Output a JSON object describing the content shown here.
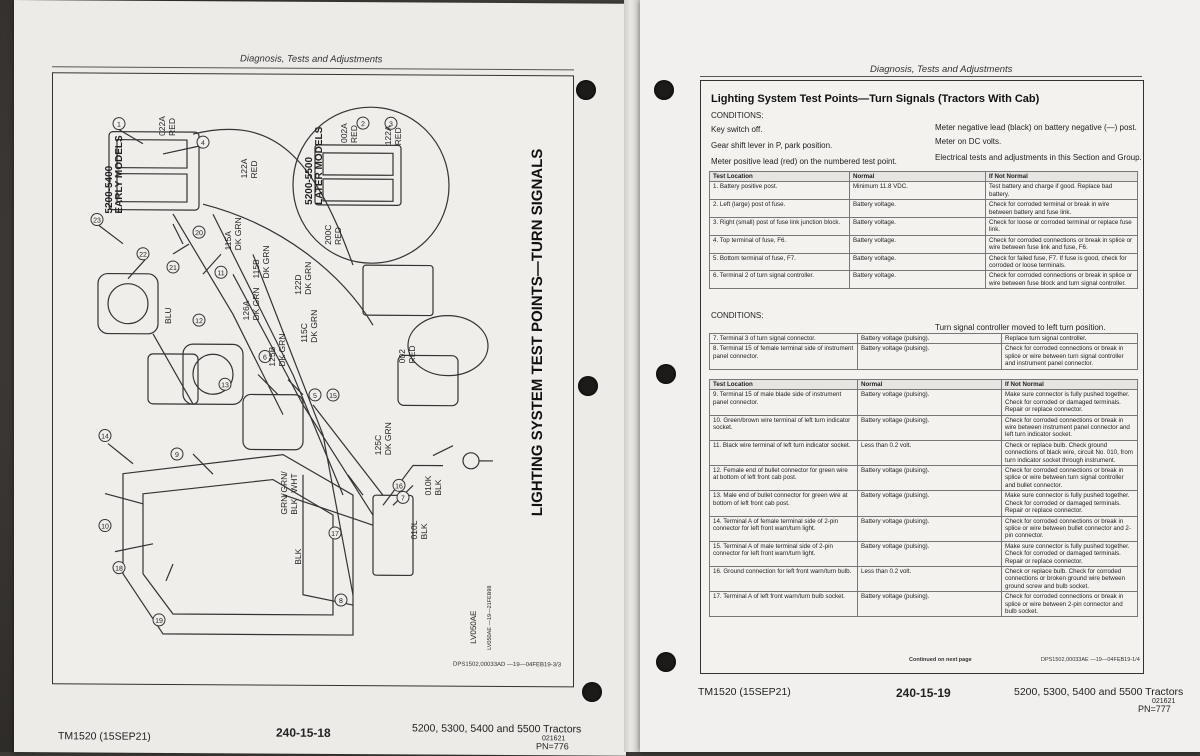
{
  "left_page": {
    "header": "Diagnosis, Tests and Adjustments",
    "side_title": "LIGHTING SYSTEM TEST POINTS—TURN SIGNALS",
    "early_models_label": "5200-5400\nEARLY MODELS",
    "later_models_label": "5200-5500\nLATER MODELS",
    "wire_labels": {
      "w022a": "022A\nRED",
      "w002a": "002A\nRED",
      "w122a_top": "122A\nRED",
      "w122a": "122A\nRED",
      "w200c": "200C\nRED",
      "w002": "002\nRED",
      "w115a": "115A\nDK GRN",
      "w115b": "115B\nDK GRN",
      "w126a": "126A\nDK GRN",
      "w122d": "122D\nDK GRN",
      "w125b": "125B\nDK GRN",
      "w115c": "115C\nDK GRN",
      "w125c": "125C\nDK GRN",
      "grn_blk": "GRN/\nBLK",
      "grn_wht": "GRN/\nWHT",
      "blk": "BLK",
      "blu": "BLU",
      "w010l": "010L\nBLK",
      "w010k": "010K\nBLK"
    },
    "callouts": [
      "1",
      "2",
      "3",
      "4",
      "5",
      "6",
      "7",
      "8",
      "9",
      "10",
      "11",
      "12",
      "13",
      "14",
      "15",
      "16",
      "17",
      "18",
      "19",
      "20",
      "21",
      "22",
      "23"
    ],
    "figure_code": "LV050AE",
    "figure_id": "LV050AE —19—21FEB98",
    "doc_ref": "DPS1502,00033AD —19—04FEB19-3/3",
    "footer": {
      "manual": "TM1520 (15SEP21)",
      "page": "240-15-18",
      "models": "5200, 5300, 5400 and 5500 Tractors",
      "code": "021621",
      "pn": "PN=776"
    }
  },
  "right_page": {
    "header": "Diagnosis, Tests and Adjustments",
    "title": "Lighting System Test Points—Turn Signals (Tractors With Cab)",
    "conditions_label": "CONDITIONS:",
    "conditions_left": [
      "Key switch off.",
      "Gear shift lever in P, park position.",
      "Meter positive lead (red) on the numbered test point."
    ],
    "conditions_right": [
      "Meter negative lead (black) on battery negative (—) post.",
      "Meter on DC volts.",
      "Electrical tests and adjustments in this Section and Group."
    ],
    "table_headers": [
      "Test Location",
      "Normal",
      "If Not Normal"
    ],
    "table1": [
      [
        "1. Battery positive post.",
        "Minimum 11.8 VDC.",
        "Test battery and charge if good. Replace bad battery."
      ],
      [
        "2. Left (large) post of fuse.",
        "Battery voltage.",
        "Check for corroded terminal or break in wire between battery and fuse link."
      ],
      [
        "3. Right (small) post of fuse link junction block.",
        "Battery voltage.",
        "Check for loose or corroded terminal or replace fuse link."
      ],
      [
        "4. Top terminal of fuse, F6.",
        "Battery voltage.",
        "Check for corroded connections or break in splice or wire between fuse link and fuse, F6."
      ],
      [
        "5. Bottom terminal of fuse, F7.",
        "Battery voltage.",
        "Check for failed fuse, F7. If fuse is good, check for corroded or loose terminals."
      ],
      [
        "6. Terminal 2 of turn signal controller.",
        "Battery voltage.",
        "Check for corroded connections or break in splice or wire between fuse block and turn signal controller."
      ]
    ],
    "conditions2_label": "CONDITIONS:",
    "conditions2_right": "Turn signal controller moved to left turn position.",
    "table2": [
      [
        "7. Terminal 3 of turn signal connector.",
        "Battery voltage (pulsing).",
        "Replace turn signal controller."
      ],
      [
        "8. Terminal 15 of female terminal side of instrument panel connector.",
        "Battery voltage (pulsing).",
        "Check for corroded connections or break in splice or wire between turn signal controller and instrument panel connector."
      ]
    ],
    "table3": [
      [
        "9. Terminal 15 of male blade side of instrument panel connector.",
        "Battery voltage (pulsing).",
        "Make sure connector is fully pushed together. Check for corroded or damaged terminals. Repair or replace connector."
      ],
      [
        "10. Green/brown wire terminal of left turn indicator socket.",
        "Battery voltage (pulsing).",
        "Check for corroded connections or break in wire between instrument panel connector and left turn indicator socket."
      ],
      [
        "11. Black wire terminal of left turn indicator socket.",
        "Less than 0.2 volt.",
        "Check or replace bulb. Check ground connections of black wire, circuit No. 010, from turn indicator socket through instrument."
      ],
      [
        "12. Female end of bullet connector for green wire at bottom of left front cab post.",
        "Battery voltage (pulsing).",
        "Check for corroded connections or break in splice or wire between turn signal controller and bullet connector."
      ],
      [
        "13. Male end of bullet connector for green wire at bottom of left front cab post.",
        "Battery voltage (pulsing).",
        "Make sure connector is fully pushed together. Check for corroded or damaged terminals. Repair or replace connector."
      ],
      [
        "14. Terminal A of female terminal side of 2-pin connector for left front warn/turn light.",
        "Battery voltage (pulsing).",
        "Check for corroded connections or break in splice or wire between bullet connector and 2-pin connector."
      ],
      [
        "15. Terminal A of male terminal side of 2-pin connector for left front warn/turn light.",
        "Battery voltage (pulsing).",
        "Make sure connector is fully pushed together. Check for corroded or damaged terminals. Repair or replace connector."
      ],
      [
        "16. Ground connection for left front warn/turn bulb.",
        "Less than 0.2 volt.",
        "Check or replace bulb. Check for corroded connections or broken ground wire between ground screw and bulb socket."
      ],
      [
        "17. Terminal A of left front warn/turn bulb socket.",
        "Battery voltage (pulsing).",
        "Check for corroded connections or break in splice or wire between 2-pin connector and bulb socket."
      ]
    ],
    "continued": "Continued on next page",
    "doc_ref": "DPS1502,00033AE —19—04FEB19-1/4",
    "footer": {
      "manual": "TM1520 (15SEP21)",
      "page": "240-15-19",
      "models": "5200, 5300, 5400 and 5500 Tractors",
      "code": "021621",
      "pn": "PN=777"
    }
  }
}
